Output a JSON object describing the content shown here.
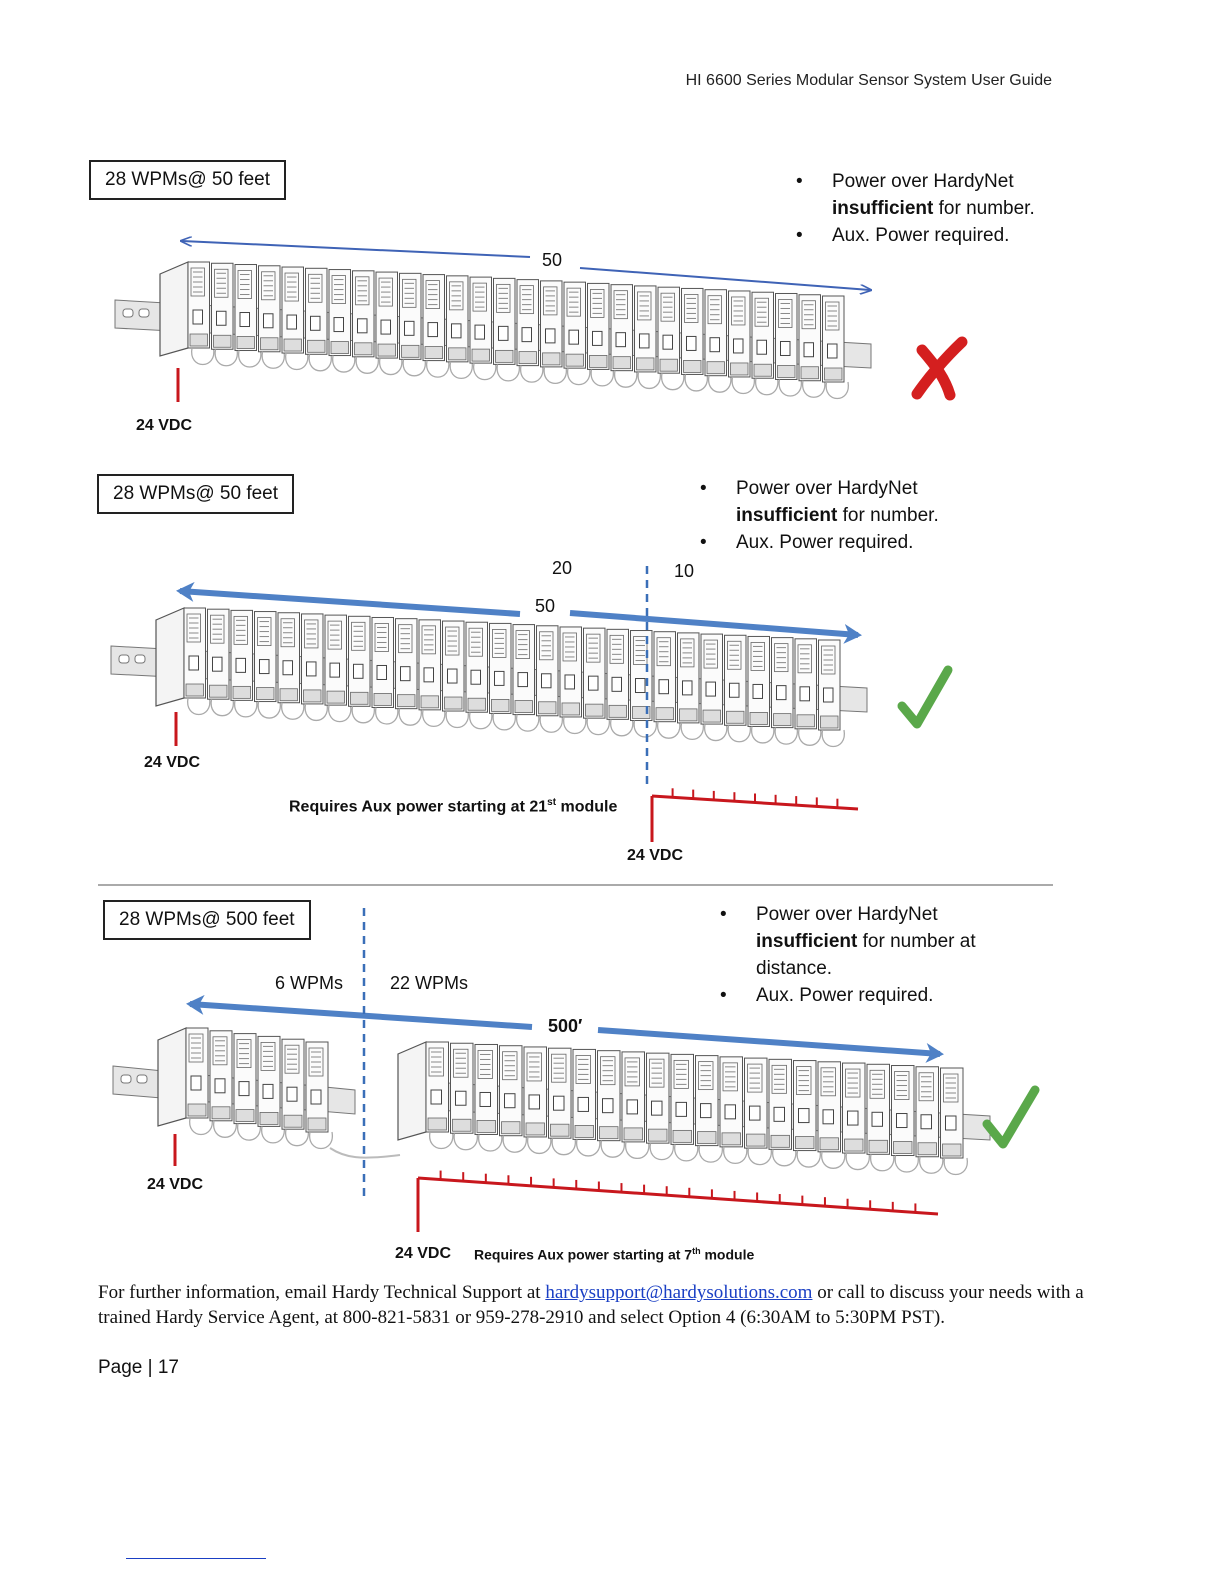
{
  "header": {
    "title": "HI 6600 Series Modular Sensor System User Guide"
  },
  "panel1": {
    "box_label": "28 WPMs@ 50 feet",
    "bullet1_line1": "Power over HardyNet",
    "bullet1_bold": "insufficient",
    "bullet1_rest": " for number.",
    "bullet2": "Aux. Power required.",
    "distance": "50",
    "vdc": "24 VDC",
    "module_count": 28,
    "result_icon": "red-x-icon"
  },
  "panel2": {
    "box_label": "28 WPMs@ 50 feet",
    "bullet1_line1": "Power over HardyNet",
    "bullet1_bold": "insufficient",
    "bullet1_rest": " for number.",
    "bullet2": "Aux. Power required.",
    "left_distance": "20",
    "right_distance": "10",
    "distance": "50",
    "vdc_left": "24 VDC",
    "vdc_aux": "24 VDC",
    "requires_text": "Requires Aux power starting at 21",
    "requires_sup": "st",
    "requires_end": " module",
    "module_count": 28,
    "result_icon": "green-check-icon"
  },
  "panel3": {
    "box_label": "28 WPMs@ 500 feet",
    "bullet1_line1": "Power over HardyNet",
    "bullet1_bold": "insufficient",
    "bullet1_rest": " for number at",
    "bullet1_line3": "distance.",
    "bullet2": "Aux. Power required.",
    "left_group": "6 WPMs",
    "right_group": "22 WPMs",
    "distance": "500′",
    "vdc_left": "24 VDC",
    "vdc_aux": "24 VDC",
    "requires_text": "Requires Aux power starting at 7",
    "requires_sup": "th",
    "requires_end": " module",
    "left_module_count": 6,
    "right_module_count": 22,
    "result_icon": "green-check-icon"
  },
  "footer": {
    "text_before": "For further information, email Hardy Technical Support at ",
    "email": "hardysupport@hardysolutions.com",
    "text_after": " or call to discuss your needs with a trained Hardy Service Agent, at 800-821-5831 or 959-278-2910 and select Option 4 (6:30AM to 5:30PM PST).",
    "page_label": "Page | 17"
  },
  "colors": {
    "arrow_thin": "#3f63b6",
    "arrow_thick": "#4f81c6",
    "red": "#c8171d",
    "green": "#5aa84a",
    "dashed": "#3a6fb8"
  }
}
